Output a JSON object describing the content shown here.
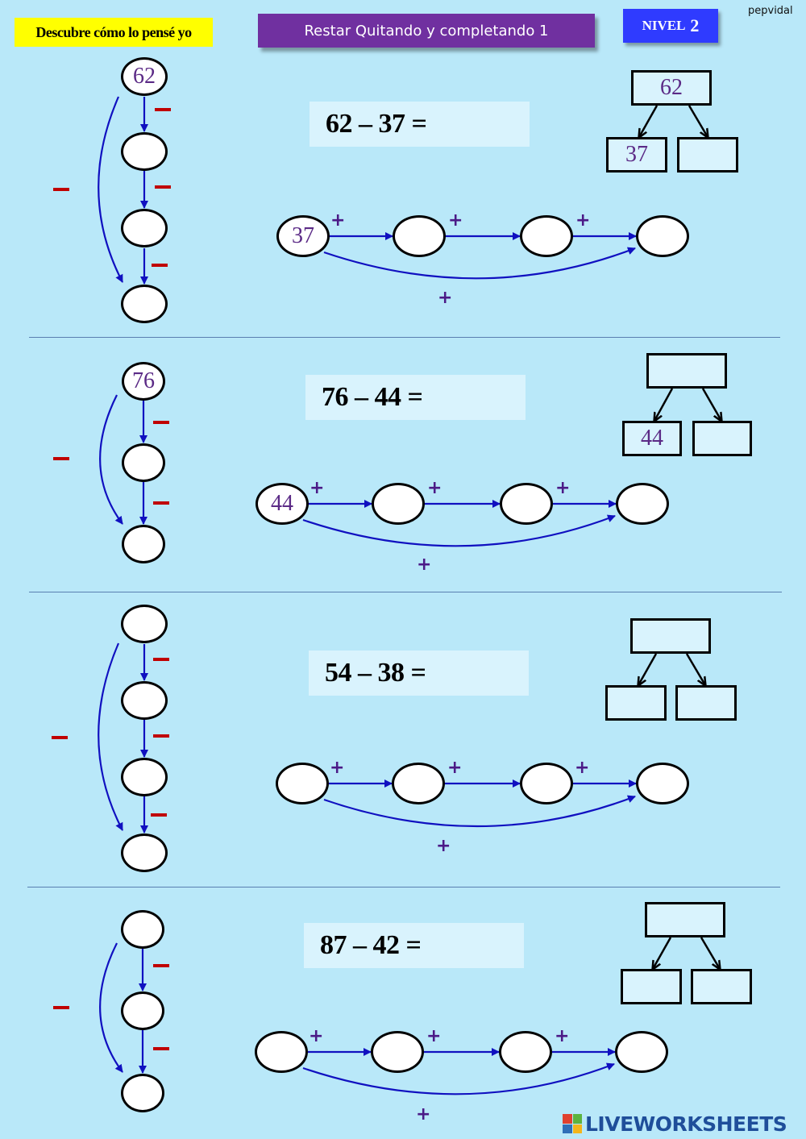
{
  "header": {
    "tag": "Descubre cómo lo pensé yo",
    "title": "Restar Quitando y completando 1",
    "level_label": "NIVEL",
    "level_number": "2",
    "author": "pepvidal"
  },
  "symbols": {
    "minus": "–",
    "plus": "+"
  },
  "exercises": [
    {
      "equation": "62 – 37 =",
      "minuend": "62",
      "subtrahend": "37",
      "chain_start": "62",
      "line_start": "37"
    },
    {
      "equation": "76 – 44 =",
      "minuend": "",
      "subtrahend": "44",
      "chain_start": "76",
      "line_start": "44"
    },
    {
      "equation": "54 – 38 =",
      "minuend": "",
      "subtrahend": "",
      "chain_start": "",
      "line_start": ""
    },
    {
      "equation": "87 – 42 =",
      "minuend": "",
      "subtrahend": "",
      "chain_start": "",
      "line_start": ""
    }
  ],
  "footer": {
    "logo_text": "LIVEWORKSHEETS"
  },
  "colors": {
    "background": "#b9e8f9",
    "arrow": "#1010c0",
    "minus": "#c00000",
    "plus": "#4b1a87",
    "value": "#5b2a86"
  }
}
